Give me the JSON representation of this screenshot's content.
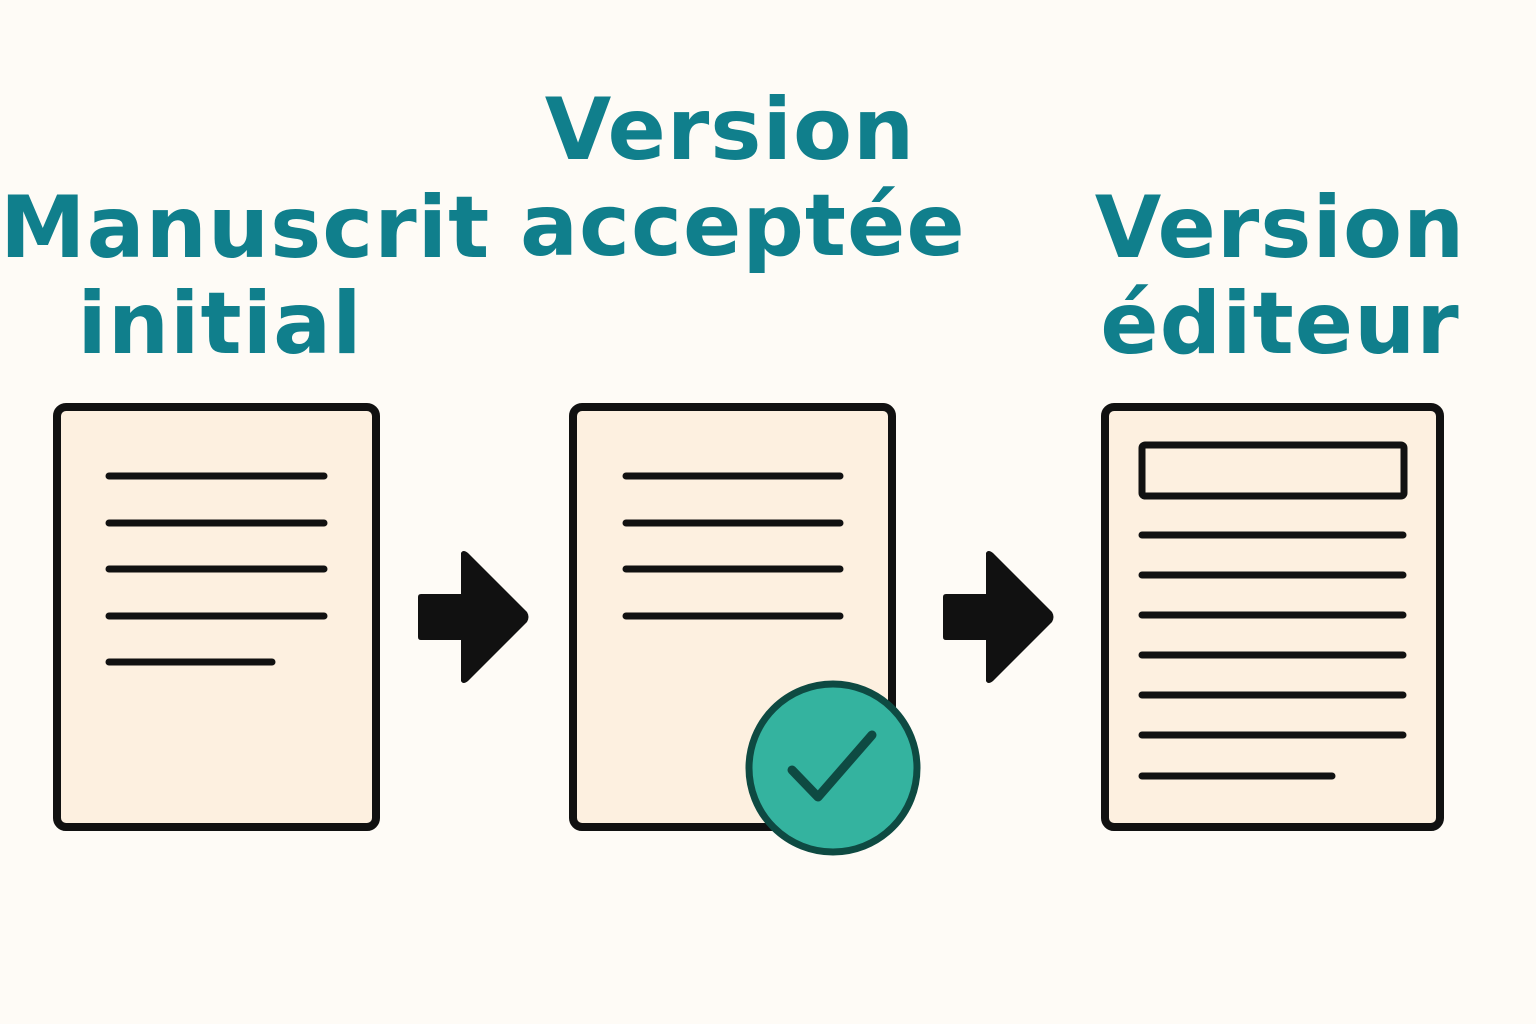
{
  "colors": {
    "title": "#107f8c",
    "page_fill": "#fdf0e0",
    "outline": "#111111",
    "check_fill": "#34b39f",
    "check_stroke": "#0e4a42",
    "arrow": "#111111",
    "background": "#fefbf6"
  },
  "steps": [
    {
      "title_line1": "Manuscrit",
      "title_line2": "initial",
      "icon": "document-icon"
    },
    {
      "title_line1": "Version",
      "title_line2": "acceptée",
      "icon": "accepted-document-icon"
    },
    {
      "title_line1": "Version",
      "title_line2": "éditeur",
      "icon": "publisher-document-icon"
    }
  ],
  "connectors": [
    "arrow-right-icon",
    "arrow-right-icon"
  ],
  "badge_icon": "checkmark-icon"
}
